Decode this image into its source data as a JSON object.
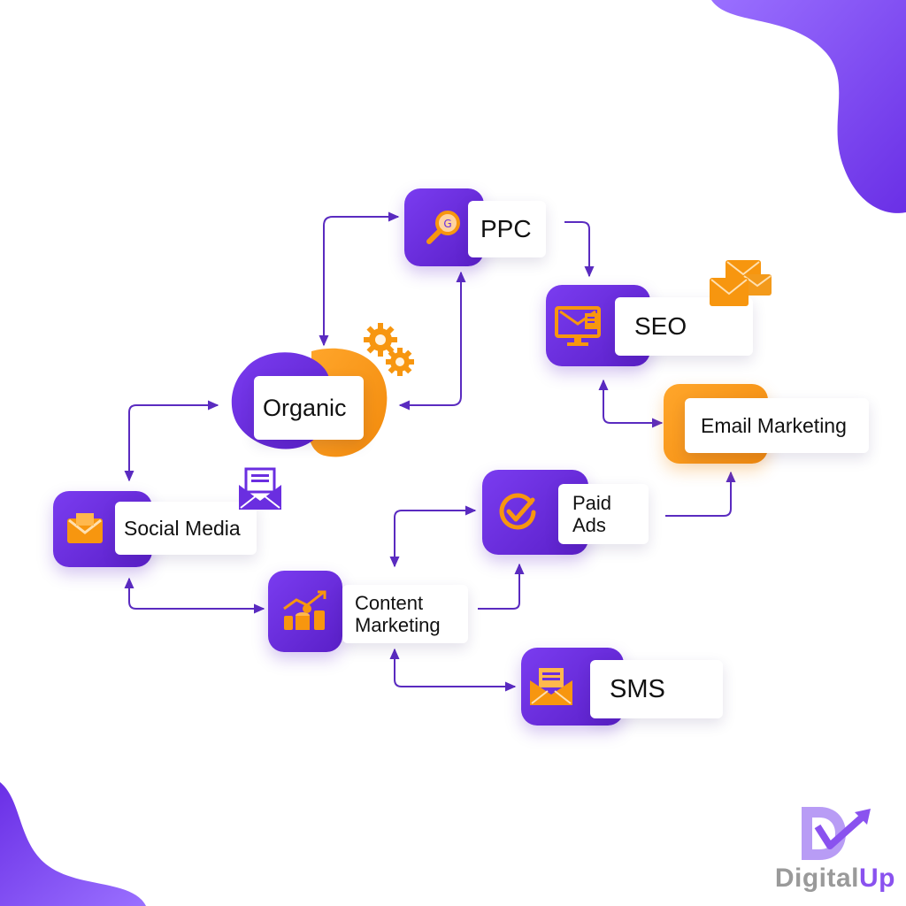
{
  "nodes": {
    "ppc": "PPC",
    "seo": "SEO",
    "organic": "Organic",
    "email_marketing": "Email Marketing",
    "social_media": "Social Media",
    "paid_ads_line1": "Paid",
    "paid_ads_line2": "Ads",
    "content_marketing_line1": "Content",
    "content_marketing_line2": "Marketing",
    "sms": "SMS"
  },
  "brand": {
    "name_part1": "Digital",
    "name_part2": "Up"
  },
  "colors": {
    "purple": "#6a2ee0",
    "orange": "#f7960f",
    "connector": "#5a2bc0",
    "brand_gray": "#9a9a9a",
    "brand_purple": "#8a52ef"
  },
  "icons": {
    "ppc": "magnifier-icon",
    "seo": "monitor-mail-icon",
    "organic": "gears-icon",
    "email_marketing": "mail-icon",
    "social_media": "mail-icon",
    "paid_ads": "check-circle-icon",
    "content_marketing": "chart-coins-icon",
    "sms": "mail-icon"
  }
}
